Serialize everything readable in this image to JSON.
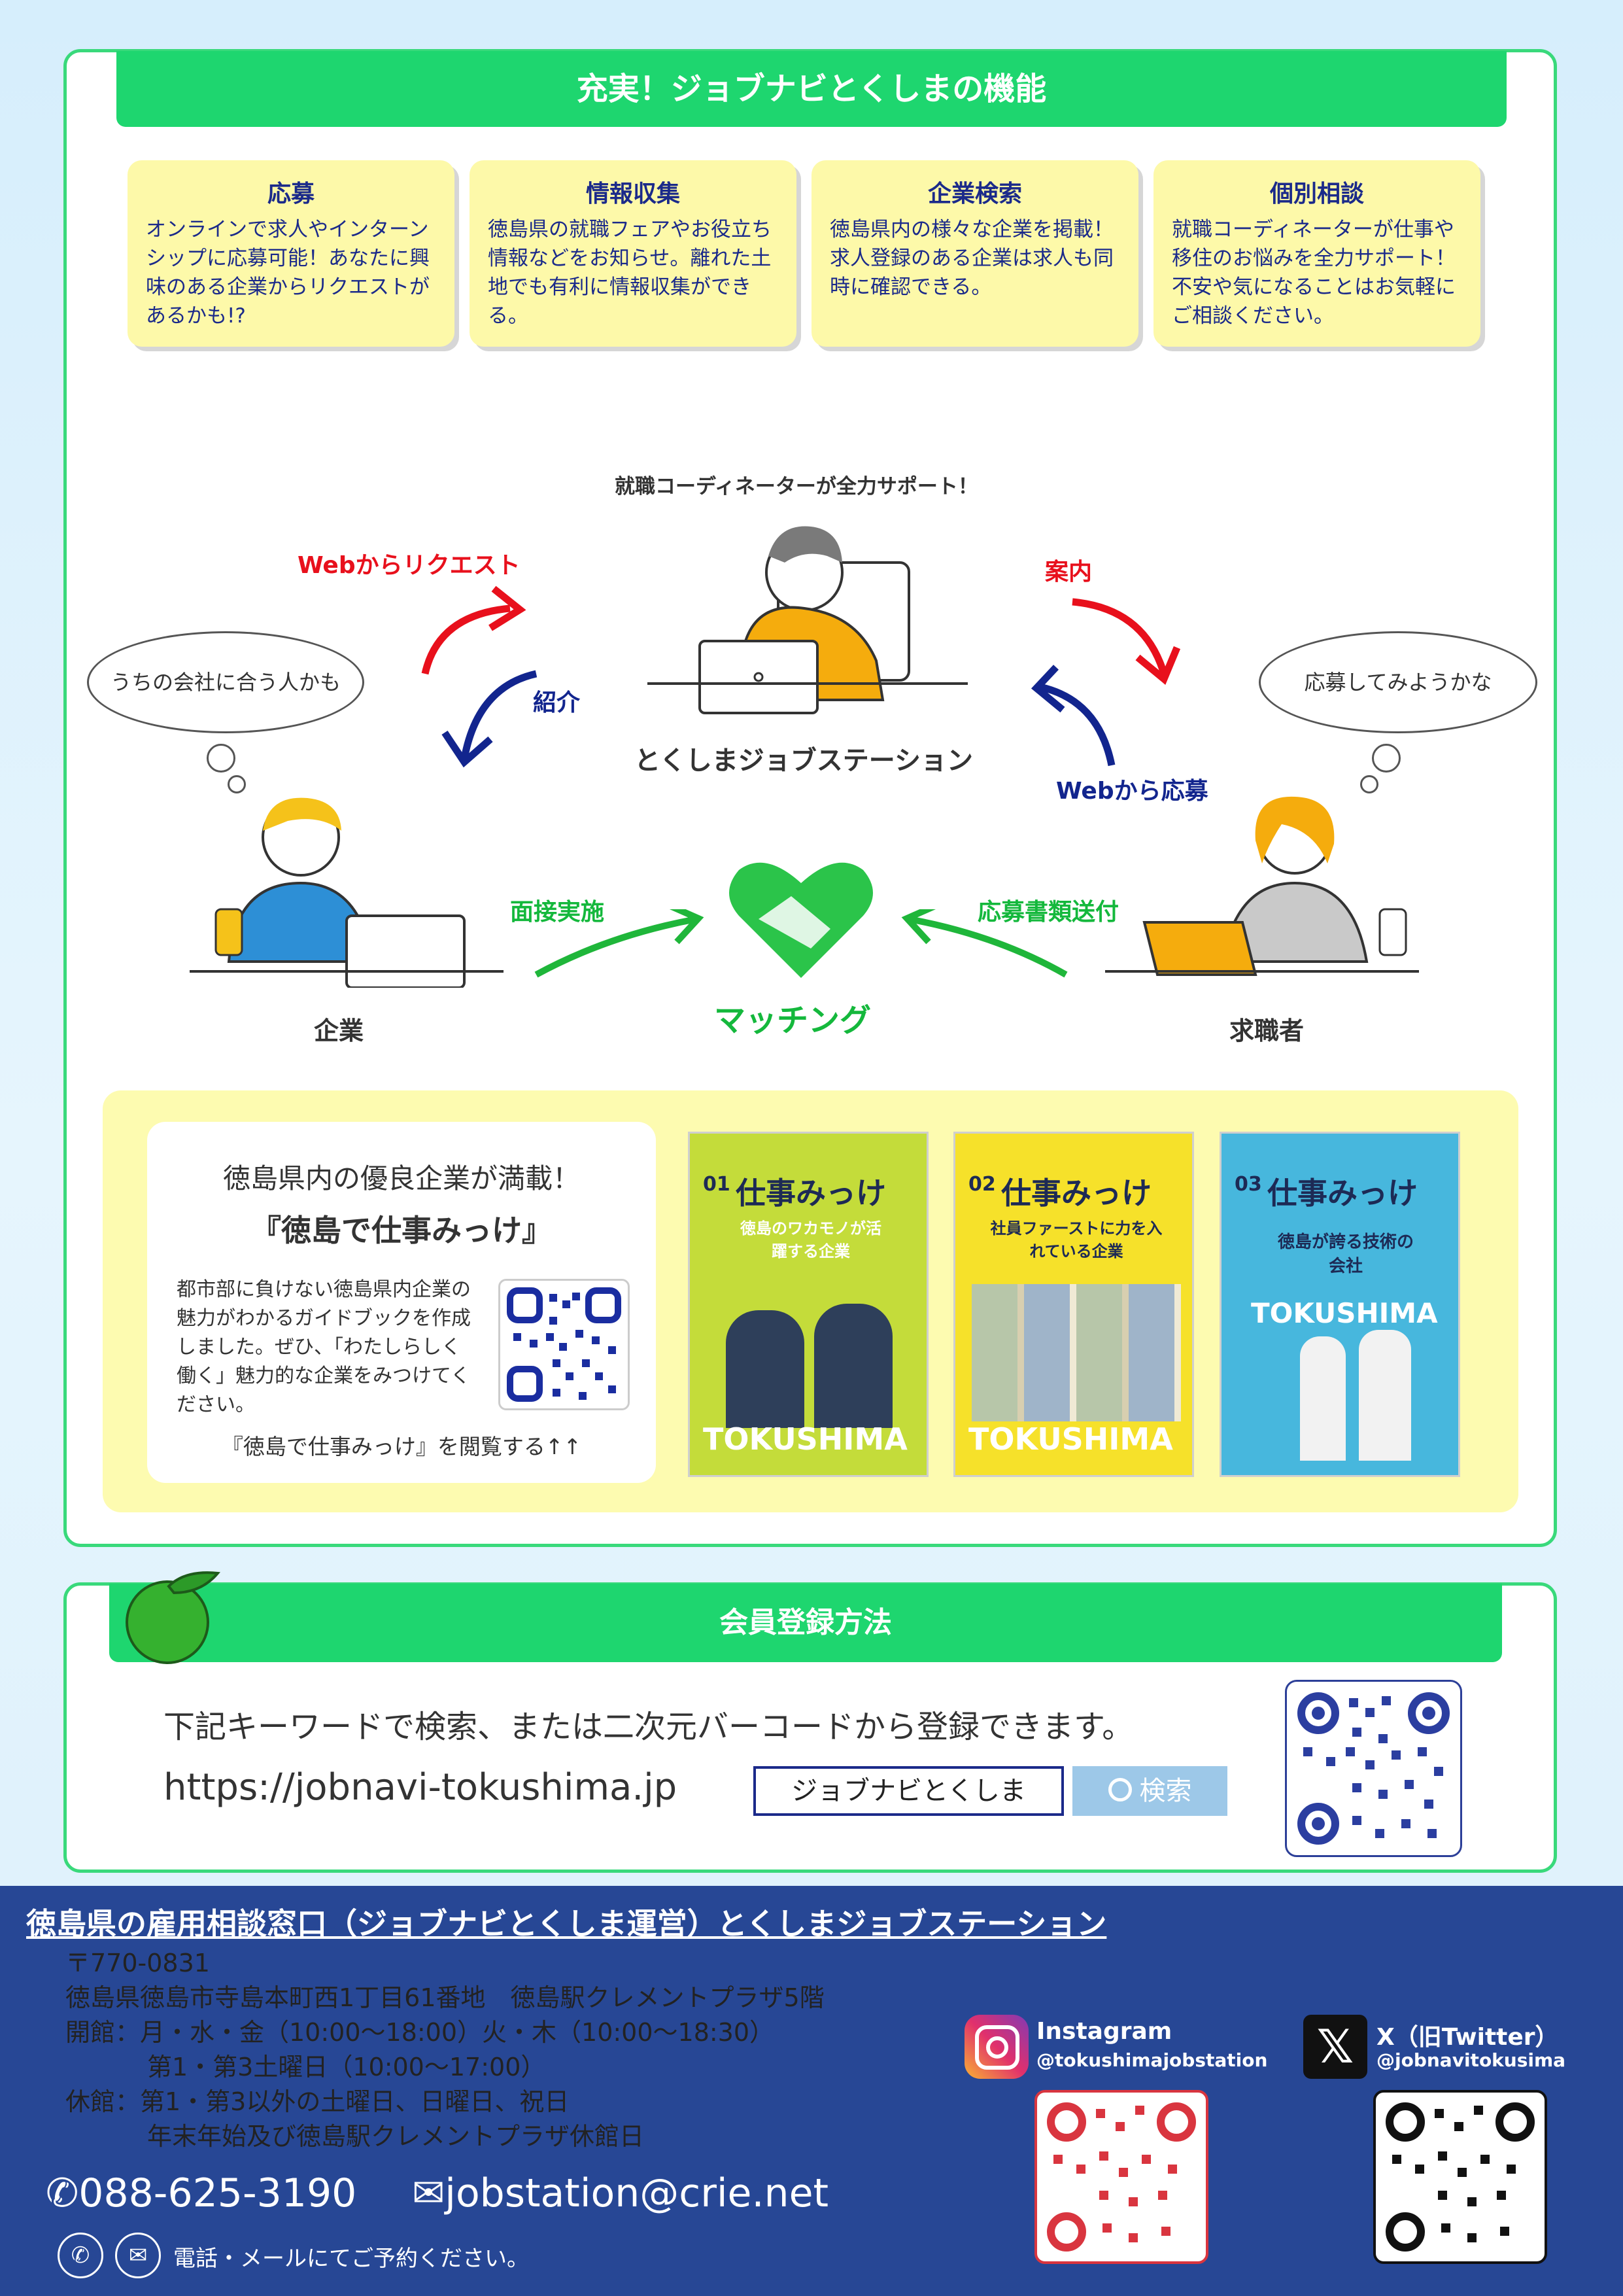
{
  "features": {
    "title": "充実！ジョブナビとくしまの機能",
    "cards": [
      {
        "title": "応募",
        "body": "オンラインで求人やインターンシップに応募可能！あなたに興味のある企業からリクエストがあるかも!?"
      },
      {
        "title": "情報収集",
        "body": "徳島県の就職フェアやお役立ち情報などをお知らせ。離れた土地でも有利に情報収集ができる。"
      },
      {
        "title": "企業検索",
        "body": "徳島県内の様々な企業を掲載！求人登録のある企業は求人も同時に確認できる。"
      },
      {
        "title": "個別相談",
        "body": "就職コーディネーターが仕事や移住のお悩みを全力サポート！不安や気になることはお気軽にご相談ください。"
      }
    ]
  },
  "diagram": {
    "coordinator_caption": "就職コーディネーターが全力サポート！",
    "station_label": "とくしまジョブステーション",
    "web_request": "Webからリクエスト",
    "introduce": "紹介",
    "guide_label": "案内",
    "web_apply": "Webから応募",
    "interview": "面接実施",
    "send_docs": "応募書類送付",
    "matching": "マッチング",
    "company_label": "企業",
    "seeker_label": "求職者",
    "company_thought": "うちの会社に合う人かも",
    "seeker_thought": "応募してみようかな"
  },
  "guidebook": {
    "headline": "徳島県内の優良企業が満載！",
    "title": "『徳島で仕事みっけ』",
    "body": "都市部に負けない徳島県内企業の魅力がわかるガイドブックを作成しました。ぜひ、「わたしらしく働く」魅力的な企業をみつけてください。",
    "link": "『徳島で仕事みっけ』を閲覧する↑↑",
    "books": [
      {
        "vol": "01",
        "title": "仕事みっけ",
        "sub": "徳島のワカモノが活躍する企業",
        "word": "TOKUSHIMA",
        "color": "#c4dc3a"
      },
      {
        "vol": "02",
        "title": "仕事みっけ",
        "sub": "社員ファーストに力を入れている企業",
        "word": "TOKUSHIMA",
        "color": "#f6e12a"
      },
      {
        "vol": "03",
        "title": "仕事みっけ",
        "sub": "徳島が誇る技術の会社",
        "word": "TOKUSHIMA",
        "color": "#47b7dd"
      }
    ]
  },
  "registration": {
    "title": "会員登録方法",
    "instruction": "下記キーワードで検索、または二次元バーコードから登録できます。",
    "url": "https://jobnavi-tokushima.jp",
    "search_keyword": "ジョブナビとくしま",
    "search_button": "検索"
  },
  "footer": {
    "heading": "徳島県の雇用相談窓口（ジョブナビとくしま運営）とくしまジョブステーション",
    "postal": "〒770-0831",
    "address": "徳島県徳島市寺島本町西1丁目61番地　徳島駅クレメントプラザ5階",
    "open_line1": "開館：月・水・金（10:00～18:00）火・木（10:00～18:30）",
    "open_line2": "第1・第3土曜日（10:00～17:00）",
    "closed_line1": "休館：第1・第3以外の土曜日、日曜日、祝日",
    "closed_line2": "年末年始及び徳島駅クレメントプラザ休館日",
    "phone": "088-625-3190",
    "email": "jobstation@crie.net",
    "reserve_note": "電話・メールにてご予約ください。",
    "instagram_label": "Instagram",
    "instagram_handle": "@tokushimajobstation",
    "x_label": "X（旧Twitter）",
    "x_handle": "@jobnavitokusima"
  },
  "colors": {
    "green": "#1ed66f",
    "navy": "#274795",
    "yellow": "#fdf9a9",
    "red": "#e8101c"
  }
}
